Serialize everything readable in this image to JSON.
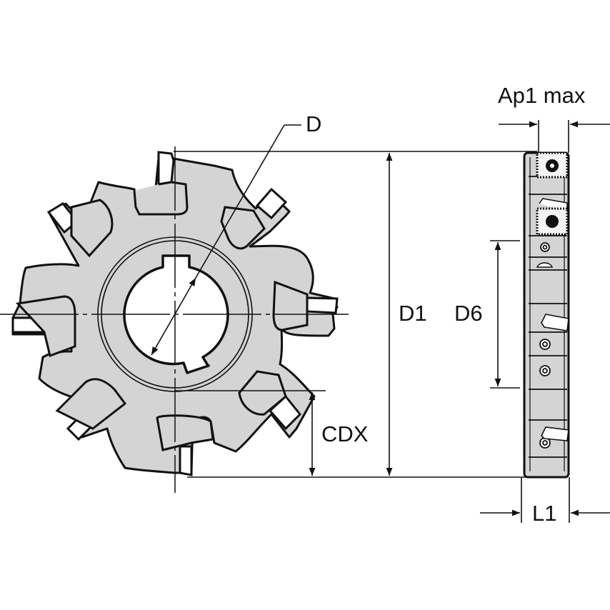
{
  "diagram": {
    "type": "technical-drawing",
    "subject": "side-and-face milling cutter with indexable inserts",
    "views": [
      "front-view",
      "side-view"
    ],
    "colors": {
      "body_fill": "#d4d4d4",
      "outline": "#111111",
      "insert_fill": "#ffffff",
      "background": "#ffffff"
    }
  },
  "labels": {
    "ap1_max": "Ap1 max",
    "d": "D",
    "d1": "D1",
    "d6": "D6",
    "cdx": "CDX",
    "l1": "L1"
  }
}
